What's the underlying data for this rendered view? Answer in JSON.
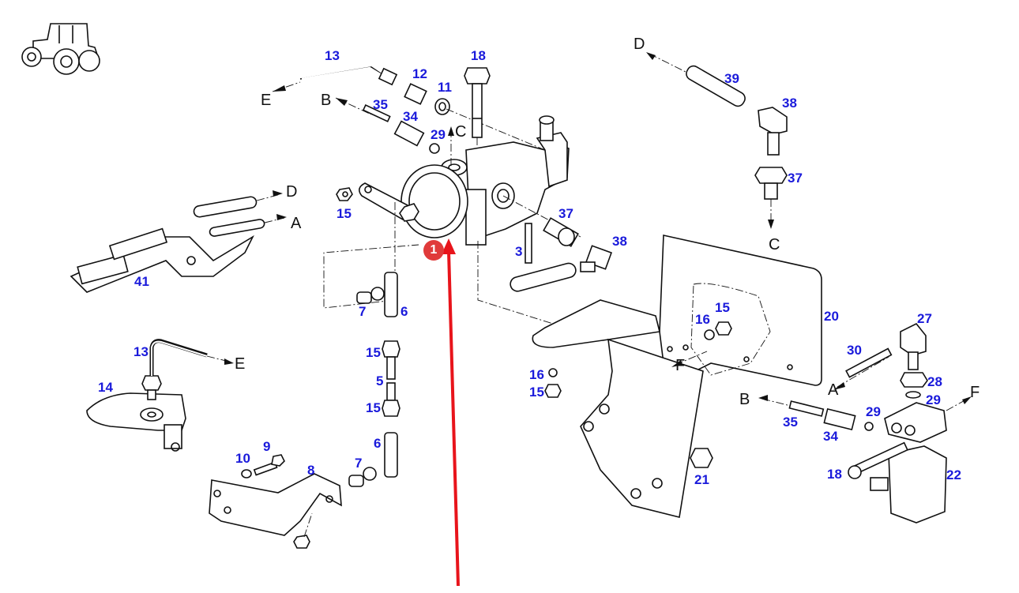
{
  "diagram": {
    "title": "Tractor pneumatic valve assembly exploded view",
    "thumbnail": "tractor-icon",
    "label_color": "#1a1adb",
    "highlight_color": "#e8141b",
    "highlight_marker": {
      "label": "1",
      "points_to_part": "1"
    },
    "part_labels": [
      {
        "id": "13a",
        "text": "13"
      },
      {
        "id": "12",
        "text": "12"
      },
      {
        "id": "11",
        "text": "11"
      },
      {
        "id": "18a",
        "text": "18"
      },
      {
        "id": "35a",
        "text": "35"
      },
      {
        "id": "34a",
        "text": "34"
      },
      {
        "id": "29a",
        "text": "29"
      },
      {
        "id": "15a",
        "text": "15"
      },
      {
        "id": "41",
        "text": "41"
      },
      {
        "id": "37a",
        "text": "37"
      },
      {
        "id": "3",
        "text": "3"
      },
      {
        "id": "38a",
        "text": "38"
      },
      {
        "id": "39",
        "text": "39"
      },
      {
        "id": "38b",
        "text": "38"
      },
      {
        "id": "37b",
        "text": "37"
      },
      {
        "id": "7a",
        "text": "7"
      },
      {
        "id": "6a",
        "text": "6"
      },
      {
        "id": "15b",
        "text": "15"
      },
      {
        "id": "5",
        "text": "5"
      },
      {
        "id": "15c",
        "text": "15"
      },
      {
        "id": "6b",
        "text": "6"
      },
      {
        "id": "7b",
        "text": "7"
      },
      {
        "id": "13b",
        "text": "13"
      },
      {
        "id": "14",
        "text": "14"
      },
      {
        "id": "10",
        "text": "10"
      },
      {
        "id": "9",
        "text": "9"
      },
      {
        "id": "8",
        "text": "8"
      },
      {
        "id": "16a",
        "text": "16"
      },
      {
        "id": "15d",
        "text": "15"
      },
      {
        "id": "16b",
        "text": "16"
      },
      {
        "id": "15e",
        "text": "15"
      },
      {
        "id": "20",
        "text": "20"
      },
      {
        "id": "27",
        "text": "27"
      },
      {
        "id": "30",
        "text": "30"
      },
      {
        "id": "28",
        "text": "28"
      },
      {
        "id": "29b",
        "text": "29"
      },
      {
        "id": "29c",
        "text": "29"
      },
      {
        "id": "35b",
        "text": "35"
      },
      {
        "id": "34b",
        "text": "34"
      },
      {
        "id": "18b",
        "text": "18"
      },
      {
        "id": "22",
        "text": "22"
      },
      {
        "id": "21",
        "text": "21"
      }
    ],
    "connection_letters": [
      {
        "id": "E1",
        "text": "E"
      },
      {
        "id": "B1",
        "text": "B"
      },
      {
        "id": "C1",
        "text": "C"
      },
      {
        "id": "D1",
        "text": "D"
      },
      {
        "id": "A1",
        "text": "A"
      },
      {
        "id": "D2",
        "text": "D"
      },
      {
        "id": "C2",
        "text": "C"
      },
      {
        "id": "E2",
        "text": "E"
      },
      {
        "id": "F1",
        "text": "F"
      },
      {
        "id": "A2",
        "text": "A"
      },
      {
        "id": "B2",
        "text": "B"
      },
      {
        "id": "F2",
        "text": "F"
      }
    ]
  }
}
